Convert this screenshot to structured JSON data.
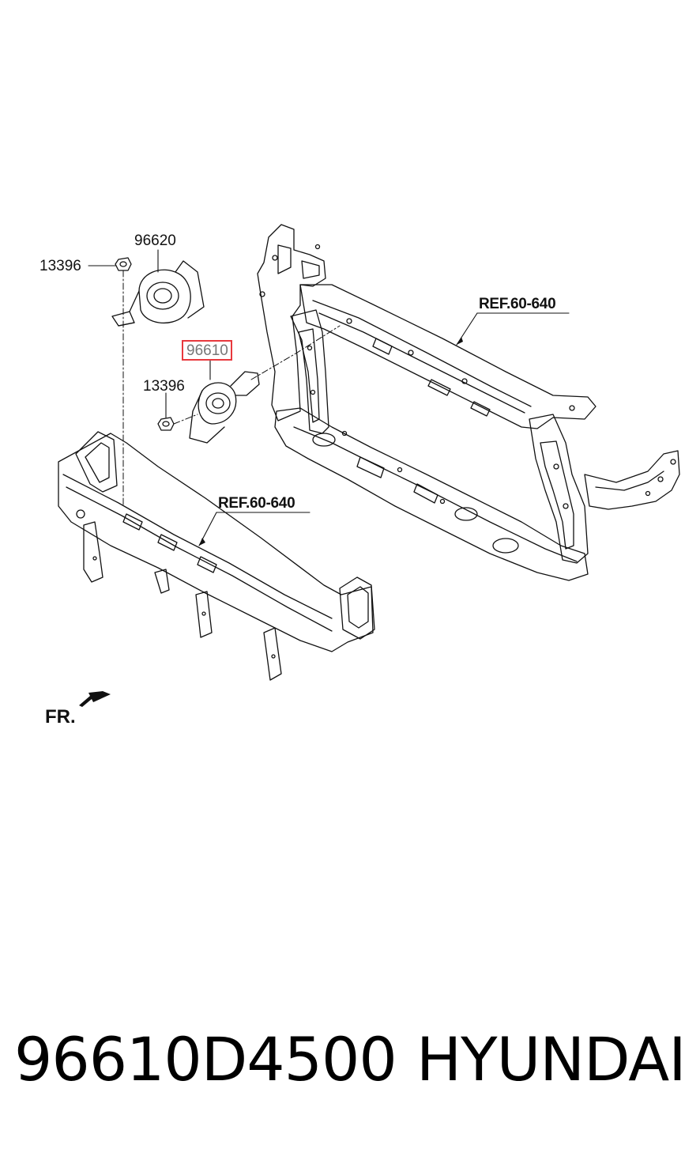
{
  "callouts": {
    "horn_high_part": "96620",
    "horn_low_part": "96610",
    "nut_upper": "13396",
    "nut_lower": "13396",
    "ref_upper": "REF.60-640",
    "ref_lower": "REF.60-640",
    "front_marker": "FR."
  },
  "highlight_color": "#e8383d",
  "footer": {
    "part_number": "96610D4500",
    "brand": "HYUNDAI"
  }
}
